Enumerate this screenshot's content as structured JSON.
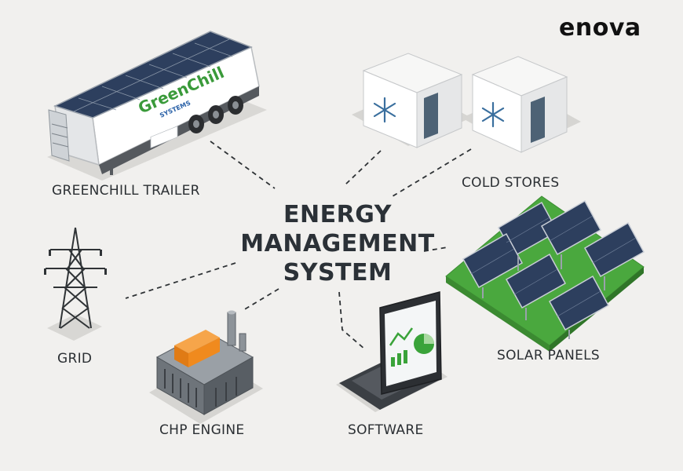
{
  "logo": {
    "text": "enova"
  },
  "center": {
    "lines": [
      "ENERGY",
      "MANAGEMENT",
      "SYSTEM"
    ]
  },
  "nodes": {
    "trailer": {
      "label": "GREENCHILL TRAILER",
      "brand_main": "GreenChill",
      "brand_sub": "SYSTEMS"
    },
    "cold_stores": {
      "label": "COLD STORES"
    },
    "solar": {
      "label": "SOLAR PANELS"
    },
    "grid": {
      "label": "GRID"
    },
    "chp": {
      "label": "CHP ENGINE"
    },
    "software": {
      "label": "SOFTWARE"
    }
  },
  "colors": {
    "background": "#f1f0ee",
    "text": "#2b2f33",
    "brand_green": "#3a9a3a",
    "brand_blue": "#2b62a8",
    "solar_panel": "#2d3f5e",
    "grass": "#4aa83e",
    "engine_orange": "#f08a1e"
  }
}
